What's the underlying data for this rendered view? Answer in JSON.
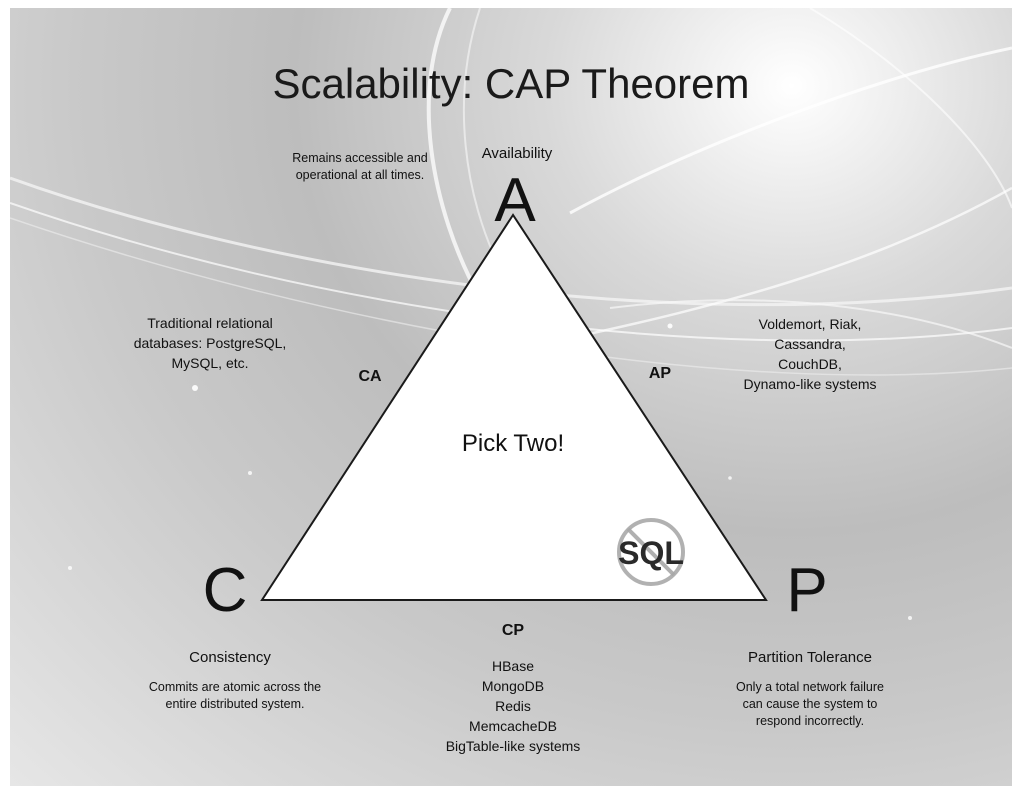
{
  "title": "Scalability: CAP Theorem",
  "availability": {
    "letter": "A",
    "name": "Availability",
    "desc_lines": [
      "Remains accessible and",
      "operational at all times."
    ]
  },
  "consistency": {
    "letter": "C",
    "name": "Consistency",
    "desc_lines": [
      "Commits are atomic across the",
      "entire distributed system."
    ]
  },
  "partition": {
    "letter": "P",
    "name": "Partition Tolerance",
    "desc_lines": [
      "Only a total network failure",
      "can cause the system to",
      "respond incorrectly."
    ]
  },
  "ca": {
    "label": "CA",
    "systems": [
      "Traditional relational",
      "databases: PostgreSQL,",
      "MySQL, etc."
    ]
  },
  "ap": {
    "label": "AP",
    "systems": [
      "Voldemort, Riak,",
      "Cassandra,",
      "CouchDB,",
      "Dynamo-like systems"
    ]
  },
  "cp": {
    "label": "CP",
    "systems": [
      "HBase",
      "MongoDB",
      "Redis",
      "MemcacheDB",
      "BigTable-like systems"
    ]
  },
  "center_text": "Pick Two!",
  "nosql_logo_text": "SQL"
}
